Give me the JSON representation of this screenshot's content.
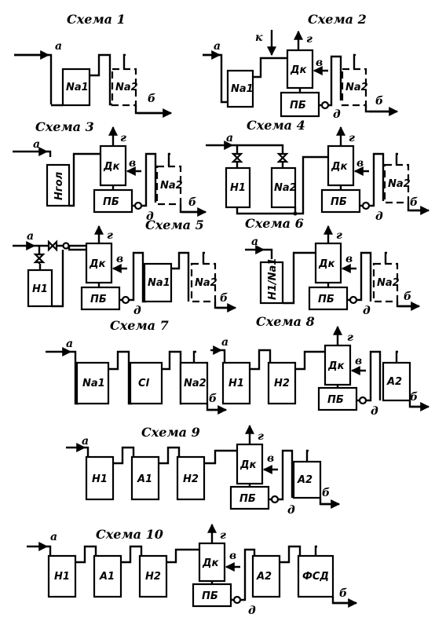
{
  "schemes": [
    {
      "title": "Схема 1",
      "stream_in": "a",
      "stream_out": "б",
      "units": [
        "Na1",
        "Na2"
      ]
    },
    {
      "title": "Схема 2",
      "stream_in": "a",
      "stream_out": "б",
      "extra_in": "к",
      "gas_out": "г",
      "return_flow": "в",
      "pump_node": "д",
      "units": [
        "Na1",
        "Дк",
        "ПБ",
        "Na2"
      ]
    },
    {
      "title": "Схема 3",
      "stream_in": "a",
      "stream_out": "б",
      "gas_out": "г",
      "return_flow": "в",
      "pump_node": "д",
      "units": [
        "Hгол",
        "Дк",
        "ПБ",
        "Na2"
      ]
    },
    {
      "title": "Схема 4",
      "stream_in": "a",
      "stream_out": "б",
      "gas_out": "г",
      "return_flow": "в",
      "pump_node": "д",
      "units": [
        "H1",
        "Na2",
        "Дк",
        "ПБ",
        "Na2"
      ]
    },
    {
      "title": "Схема 5",
      "stream_in": "a",
      "stream_out": "б",
      "gas_out": "г",
      "return_flow": "в",
      "pump_node": "д",
      "units": [
        "H1",
        "Дк",
        "ПБ",
        "Na1",
        "Na2"
      ]
    },
    {
      "title": "Схема 6",
      "stream_in": "a",
      "stream_out": "б",
      "gas_out": "г",
      "return_flow": "в",
      "pump_node": "д",
      "units": [
        "H1/Na1",
        "Дк",
        "ПБ",
        "Na2"
      ]
    },
    {
      "title": "Схема 7",
      "stream_in": "a",
      "stream_out": "б",
      "units": [
        "Na1",
        "Cl",
        "Na2"
      ]
    },
    {
      "title": "Схема 8",
      "stream_in": "a",
      "stream_out": "б",
      "gas_out": "г",
      "return_flow": "в",
      "pump_node": "д",
      "units": [
        "H1",
        "H2",
        "Дк",
        "ПБ",
        "A2"
      ]
    },
    {
      "title": "Схема 9",
      "stream_in": "a",
      "stream_out": "б",
      "gas_out": "г",
      "return_flow": "в",
      "pump_node": "д",
      "units": [
        "H1",
        "A1",
        "H2",
        "Дк",
        "ПБ",
        "A2"
      ]
    },
    {
      "title": "Схема 10",
      "stream_in": "a",
      "stream_out": "б",
      "gas_out": "г",
      "return_flow": "в",
      "pump_node": "д",
      "units": [
        "H1",
        "A1",
        "H2",
        "Дк",
        "ПБ",
        "A2",
        "ФСД"
      ]
    }
  ]
}
